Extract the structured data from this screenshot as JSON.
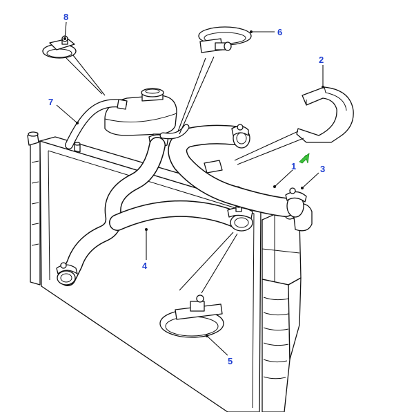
{
  "callouts": {
    "c1": "1",
    "c2": "2",
    "c3": "3",
    "c4": "4",
    "c5": "5",
    "c6": "6",
    "c7": "7",
    "c8": "8"
  },
  "colors": {
    "callout_text": "#1f3fd1",
    "line_art": "#111111",
    "indicator_arrow": "#3cc23c"
  },
  "icons": {
    "indicator": "green-arrow-icon"
  }
}
